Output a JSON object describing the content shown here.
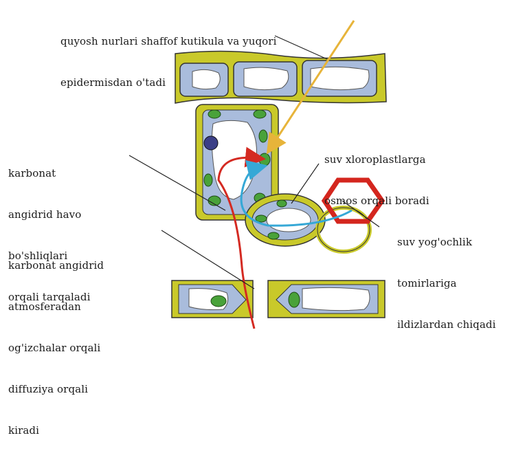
{
  "labels": {
    "sunlight": [
      "quyosh nurlari shaffof kutikula va yuqori",
      "epidermisdan o'tadi"
    ],
    "co2_air_spaces": [
      "karbonat",
      "angidrid havo",
      "bo'shliqlari",
      "orqali tarqaladi"
    ],
    "water_osmosis": [
      "suv xloroplastlarga",
      "osmos orqali boradi"
    ],
    "water_xylem": [
      "suv yog'ochlik",
      "tomirlariga",
      "ildizlardan chiqadi"
    ],
    "co2_stomata": [
      "karbonat angidrid",
      "atmosferadan",
      "og'izchalar orqali",
      "diffuziya orqali",
      "kiradi"
    ]
  },
  "colors": {
    "cell_wall": "#c9c92a",
    "cell_fill": "#a9bcdc",
    "vacuole": "#ffffff",
    "chloroplast": "#49a23a",
    "nucleus": "#3b3f86",
    "sun_arrow": "#e7b43a",
    "co2_arrow": "#d42a22",
    "water_arrow": "#36a8d6",
    "vessel": "#d4261e"
  }
}
